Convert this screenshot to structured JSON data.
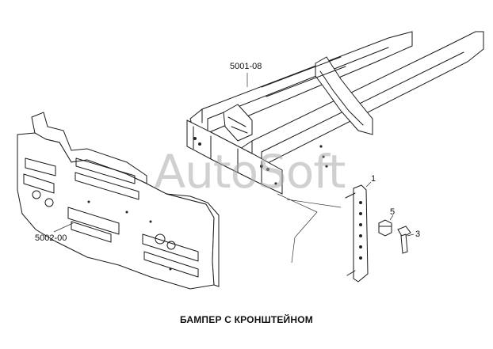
{
  "labels": {
    "frame": "5001-08",
    "bumper": "5002-00",
    "bracket": "1",
    "nut": "5",
    "bolt": "3"
  },
  "caption": "БАМПЕР С КРОНШТЕЙНОМ",
  "watermark": "AutoSoft"
}
